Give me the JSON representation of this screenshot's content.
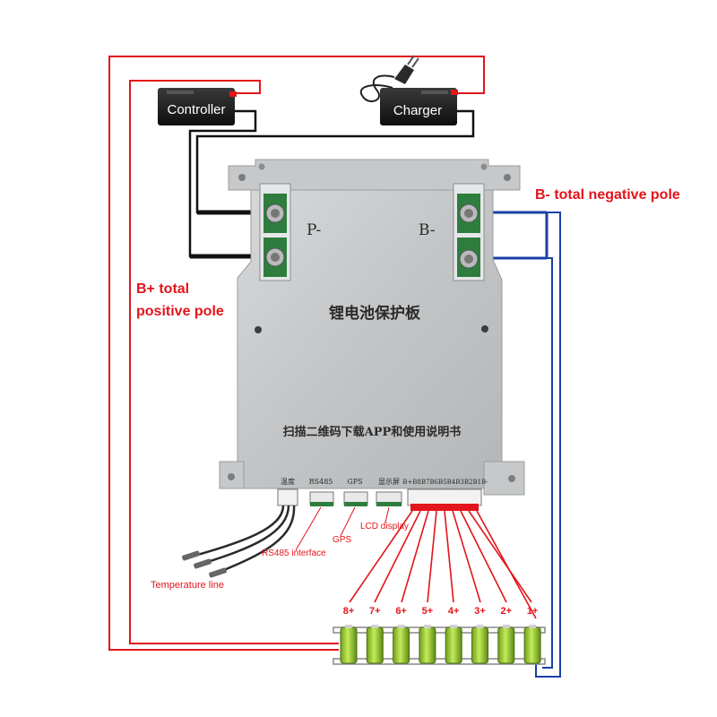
{
  "devices": {
    "controller": "Controller",
    "charger": "Charger"
  },
  "poles": {
    "b_minus_total": "B- total negative pole",
    "b_plus_total_line1": "B+ total",
    "b_plus_total_line2": "positive pole"
  },
  "board": {
    "title_cn": "锂电池保护板",
    "subtitle_cn": "扫描二维码下载APP和使用说明书",
    "p_terminal": "P-",
    "b_terminal": "B-",
    "port_temp": "温度",
    "port_rs485": "RS485",
    "port_gps": "GPS",
    "port_display": "显示屏",
    "port_balance": "B+B8B7B6B5B4B3B2B1B-"
  },
  "annotations": {
    "lcd_display": "LCD display",
    "gps": "GPS",
    "rs485_interface": "RS485 interface",
    "temperature_line": "Temperature line"
  },
  "cells": [
    "8+",
    "7+",
    "6+",
    "5+",
    "4+",
    "3+",
    "2+",
    "1+"
  ],
  "colors": {
    "wire_red": "#e3141b",
    "wire_black": "#111111",
    "wire_blue": "#1a3fa6",
    "board": "#c9cbcd",
    "cell_green": "#9bd032"
  }
}
